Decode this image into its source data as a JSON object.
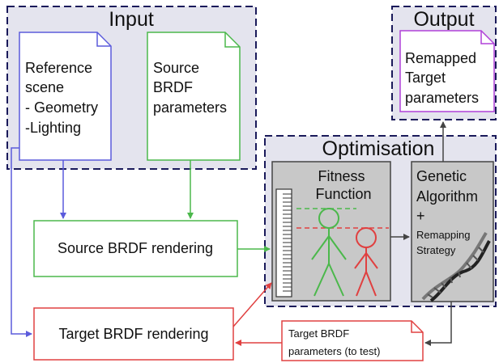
{
  "input": {
    "title": "Input"
  },
  "output": {
    "title": "Output",
    "doc_lines": [
      "Remapped",
      "Target",
      "parameters"
    ]
  },
  "optimisation": {
    "title": "Optimisation"
  },
  "reference_doc": {
    "lines": [
      "Reference",
      "scene",
      "- Geometry",
      "-Lighting"
    ]
  },
  "source_doc": {
    "lines": [
      "Source",
      "BRDF",
      "parameters"
    ]
  },
  "source_render": {
    "label": "Source BRDF rendering"
  },
  "target_render": {
    "label": "Target BRDF rendering"
  },
  "fitness": {
    "lines": [
      "Fitness",
      "Function"
    ]
  },
  "genetic": {
    "lines": [
      "Genetic",
      "Algorithm",
      "+",
      "Remapping",
      "Strategy"
    ]
  },
  "target_params_doc": {
    "lines": [
      "Target BRDF",
      "parameters (to test)"
    ]
  },
  "colors": {
    "blue": "#5b5bdc",
    "green": "#4bb84b",
    "red": "#e04040",
    "purple": "#b040d8",
    "panel": "#e4e4ee",
    "panel_border": "#1a1a5a",
    "box_gray": "#c8c8c8",
    "dark": "#444444"
  }
}
